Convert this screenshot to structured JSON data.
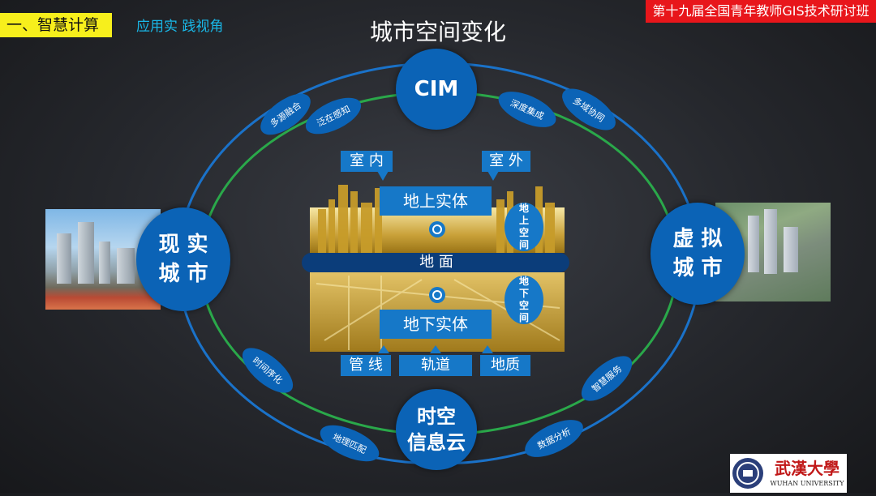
{
  "header": {
    "section_tag": "一、智慧计算",
    "subtitle": "应用实 践视角",
    "title": "城市空间变化",
    "conference": "第十九届全国青年教师GIS技术研讨班"
  },
  "nodes": {
    "top": "CIM",
    "left": "现 实 城 市",
    "right": "虚 拟 城 市",
    "bottom": "时空 信息云"
  },
  "pills": {
    "top_left_outer": "多源融合",
    "top_left_inner": "泛在感知",
    "top_right_inner": "深度集成",
    "top_right_outer": "多域协同",
    "bottom_left_inner": "时间序化",
    "bottom_left_outer": "地理匹配",
    "bottom_right_inner": "智慧服务",
    "bottom_right_outer": "数据分析"
  },
  "center": {
    "indoor": "室 内",
    "outdoor": "室 外",
    "above_entity": "地上实体",
    "above_space": "地 上 空 间",
    "ground": "地 面",
    "below_space": "地 下 空 间",
    "below_entity": "地下实体",
    "pipeline": "管 线",
    "rail": "轨道",
    "geology": "地质"
  },
  "logo": {
    "name_cn": "武漢大學",
    "name_en": "WUHAN UNIVERSITY"
  },
  "colors": {
    "node_blue": "#0b63b6",
    "label_blue": "#1678c8",
    "ring_green": "#2aa84a",
    "ring_blue": "#1a72c9",
    "tag_yellow": "#f7ef1c",
    "banner_red": "#e8161b"
  }
}
